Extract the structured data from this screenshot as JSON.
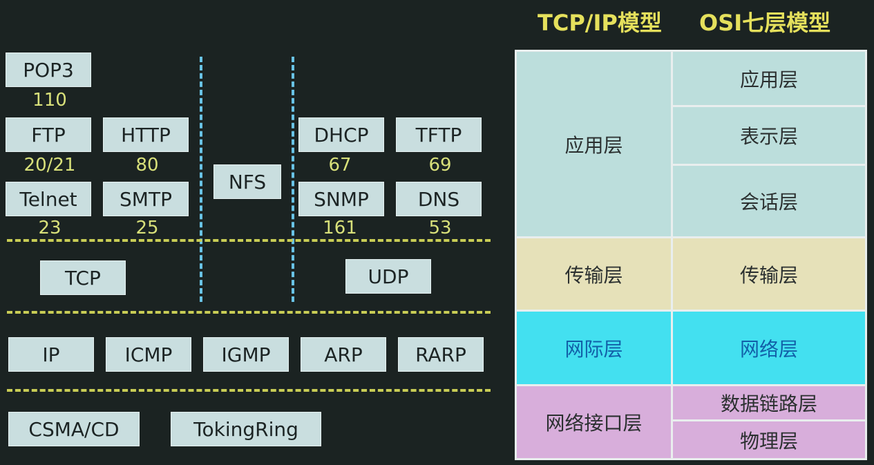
{
  "headings": {
    "tcpip": "TCP/IP模型",
    "osi": "OSI七层模型"
  },
  "apps": {
    "pop3": {
      "label": "POP3",
      "port": "110"
    },
    "ftp": {
      "label": "FTP",
      "port": "20/21"
    },
    "http": {
      "label": "HTTP",
      "port": "80"
    },
    "telnet": {
      "label": "Telnet",
      "port": "23"
    },
    "smtp": {
      "label": "SMTP",
      "port": "25"
    },
    "nfs": {
      "label": "NFS"
    },
    "dhcp": {
      "label": "DHCP",
      "port": "67"
    },
    "tftp": {
      "label": "TFTP",
      "port": "69"
    },
    "snmp": {
      "label": "SNMP",
      "port": "161"
    },
    "dns": {
      "label": "DNS",
      "port": "53"
    }
  },
  "transport": {
    "tcp": "TCP",
    "udp": "UDP"
  },
  "internet": {
    "ip": "IP",
    "icmp": "ICMP",
    "igmp": "IGMP",
    "arp": "ARP",
    "rarp": "RARP"
  },
  "link": {
    "csma": "CSMA/CD",
    "token": "TokingRing"
  },
  "tcpip_model": {
    "application": "应用层",
    "transport": "传输层",
    "internet": "网际层",
    "network_interface": "网络接口层"
  },
  "osi_model": {
    "application": "应用层",
    "presentation": "表示层",
    "session": "会话层",
    "transport": "传输层",
    "network": "网络层",
    "data_link": "数据链路层",
    "physical": "物理层"
  },
  "colors": {
    "application": "#bcdedc",
    "transport": "#e6e1b9",
    "internet": "#43e0f0",
    "network_interface": "#d8aedb",
    "port_text": "#d8e07a",
    "heading_text": "#e5e05c"
  }
}
